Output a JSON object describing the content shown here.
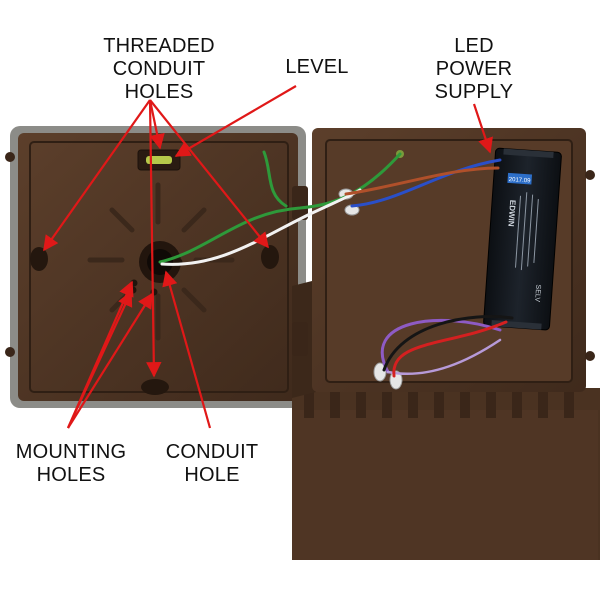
{
  "labels": {
    "threaded_conduit_holes": "THREADED\nCONDUIT\nHOLES",
    "level": "LEVEL",
    "led_power_supply": "LED\nPOWER\nSUPPLY",
    "mounting_holes": "MOUNTING\nHOLES",
    "conduit_hole": "CONDUIT\nHOLE"
  },
  "power_supply": {
    "brand": "EDWIN",
    "sticker": "2017.09",
    "mark": "SELV"
  },
  "colors": {
    "housing": "#4f3524",
    "housing_dark": "#3a2619",
    "gasket": "#8c8c88",
    "arrow": "#e01818",
    "wire_green": "#2e9a3a",
    "wire_white": "#f2f2f2",
    "wire_blue": "#2a4fc8",
    "wire_brown": "#b0502a",
    "wire_purple": "#8e5bc4",
    "wire_red": "#d42020",
    "wire_black": "#151515",
    "driver_body": "#12161c",
    "sticker_blue": "#2d6fc9"
  }
}
